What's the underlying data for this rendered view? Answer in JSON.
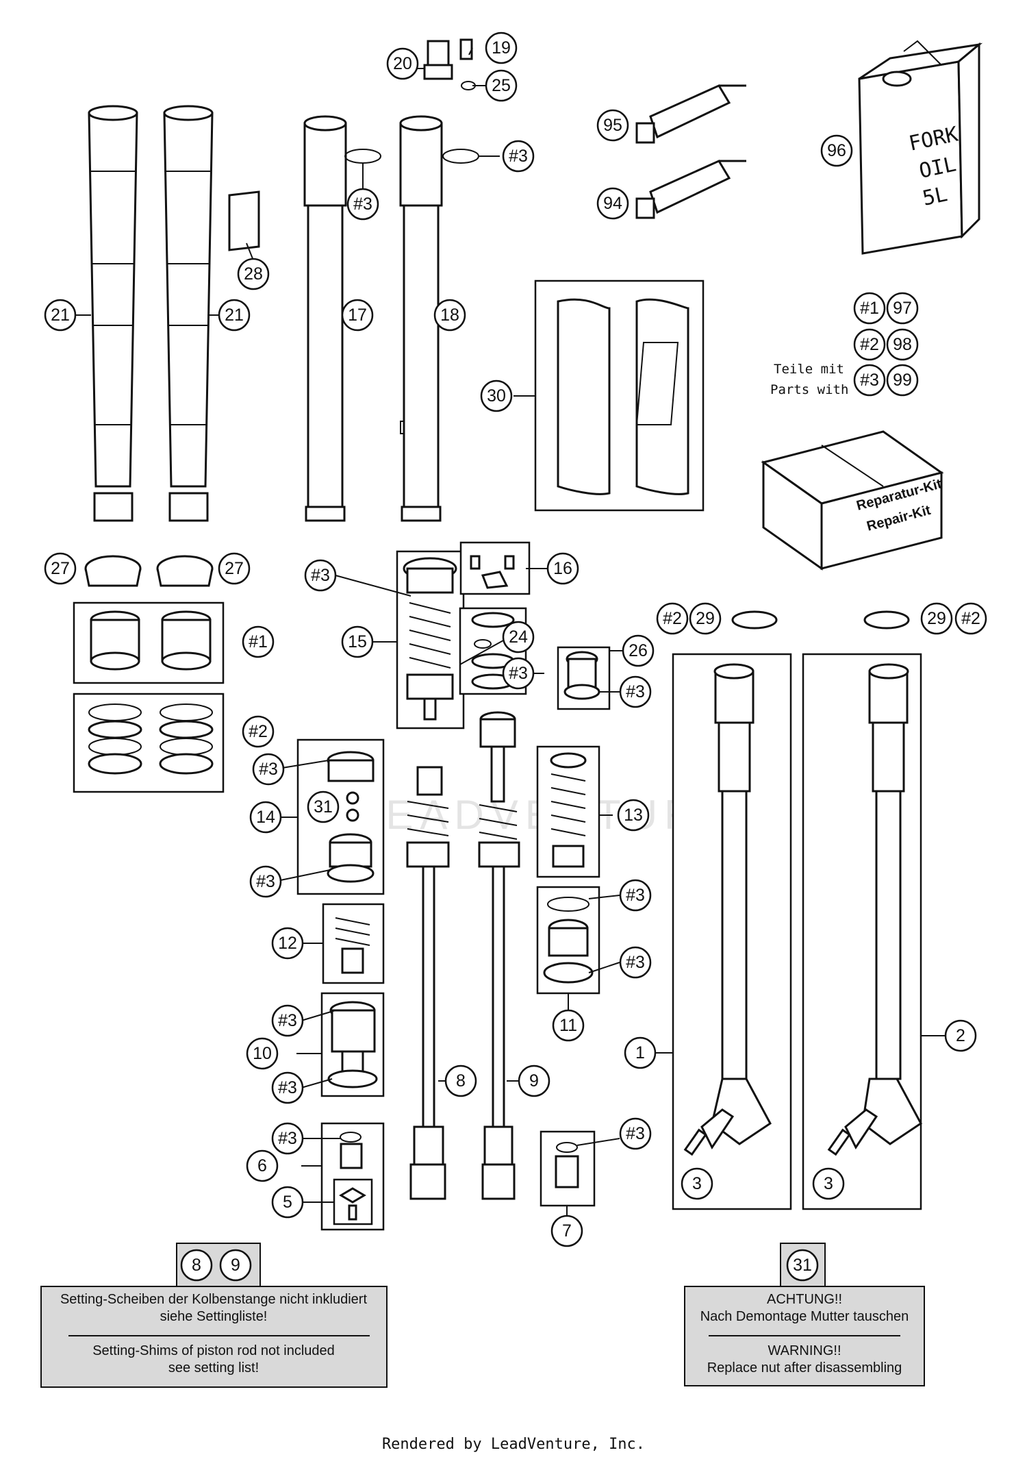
{
  "callouts": {
    "c21a": "21",
    "c21b": "21",
    "c28": "28",
    "c17": "17",
    "c18": "18",
    "c20": "20",
    "c19": "19",
    "c25": "25",
    "c3a": "#3",
    "c3b": "#3",
    "c95": "95",
    "c94": "94",
    "c96": "96",
    "c30": "30",
    "c1_97": "#1",
    "c97": "97",
    "c2_98": "#2",
    "c98": "98",
    "c3_99": "#3",
    "c99": "99",
    "c27a": "27",
    "c27b": "27",
    "c_kit1": "#1",
    "c_kit2": "#2",
    "c3_15": "#3",
    "c15": "15",
    "c16": "16",
    "c24": "24",
    "c3_24": "#3",
    "c26": "26",
    "c3_26": "#3",
    "c2_29a": "#2",
    "c29a": "29",
    "c29b": "29",
    "c2_29b": "#2",
    "c3_14a": "#3",
    "c31": "31",
    "c14": "14",
    "c3_14b": "#3",
    "c13": "13",
    "c3_11a": "#3",
    "c3_11b": "#3",
    "c11": "11",
    "c12": "12",
    "c3_10a": "#3",
    "c10": "10",
    "c3_10b": "#3",
    "c8": "8",
    "c9": "9",
    "c1": "1",
    "c2": "2",
    "c3_6": "#3",
    "c6": "6",
    "c5": "5",
    "c3_7": "#3",
    "c7": "7",
    "c3_fork1": "3",
    "c3_fork2": "3",
    "note1_a": "8",
    "note1_b": "9",
    "note2_a": "31"
  },
  "labels": {
    "fork_oil_line1": "FORK",
    "fork_oil_line2": "OIL",
    "fork_oil_line3": "5L",
    "parts_with_de": "Teile mit",
    "parts_with_en": "Parts with",
    "repair_kit_de": "Reparatur-Kit",
    "repair_kit_en": "Repair-Kit"
  },
  "notes": {
    "left": {
      "line1": "Setting-Scheiben der Kolbenstange nicht inkludiert",
      "line2": "siehe Settingliste!",
      "line3": "Setting-Shims of piston rod not included",
      "line4": "see setting list!"
    },
    "right": {
      "line1": "ACHTUNG!!",
      "line2": "Nach Demontage Mutter tauschen",
      "line3": "WARNING!!",
      "line4": "Replace nut after disassembling"
    }
  },
  "watermark": "LEADVENTURE",
  "footer": "Rendered by LeadVenture, Inc."
}
